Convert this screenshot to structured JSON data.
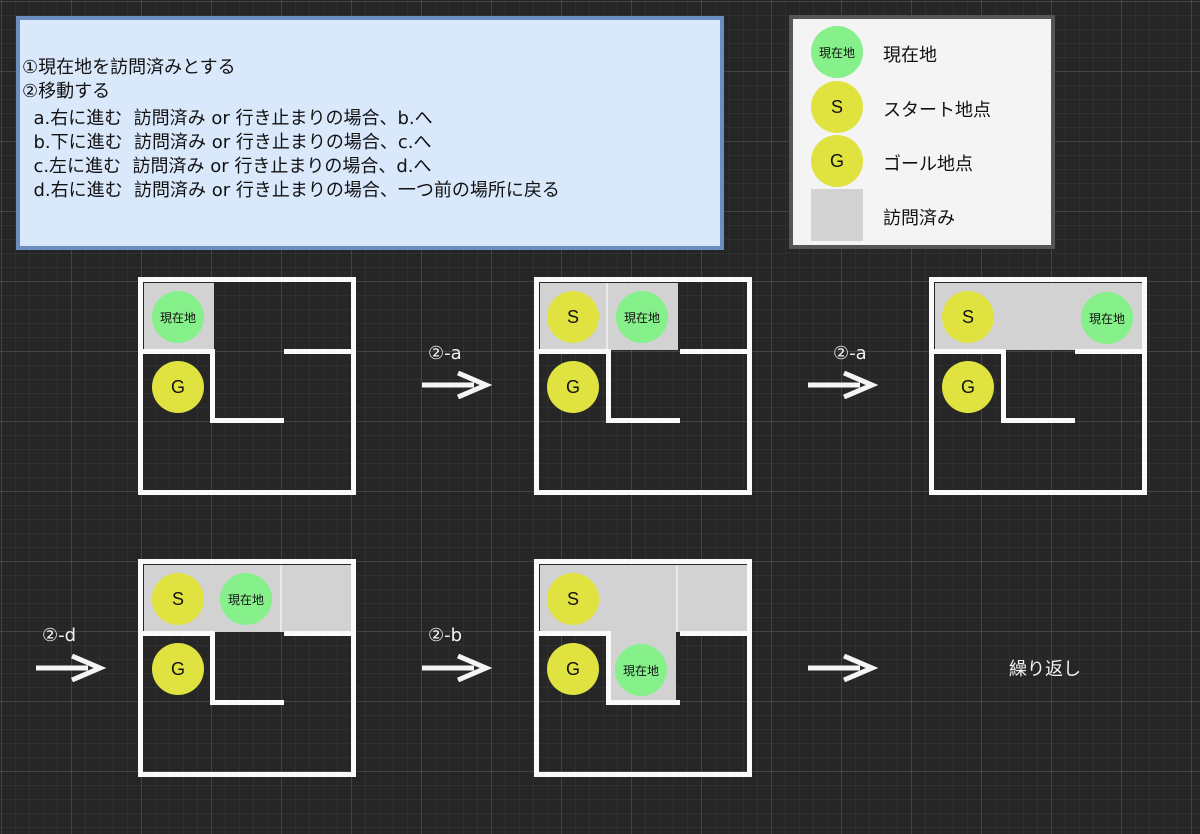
{
  "instructions": {
    "lines": [
      "①現在地を訪問済みとする",
      "②移動する",
      "  a.右に進む  訪問済み or 行き止まりの場合、b.へ",
      "  b.下に進む  訪問済み or 行き止まりの場合、c.へ",
      "  c.左に進む  訪問済み or 行き止まりの場合、d.へ",
      "  d.右に進む  訪問済み or 行き止まりの場合、一つ前の場所に戻る"
    ]
  },
  "legend": {
    "current_label": "現在地",
    "current_text": "現在地",
    "start_label": "スタート地点",
    "start_text": "S",
    "goal_label": "ゴール地点",
    "goal_text": "G",
    "visited_label": "訪問済み"
  },
  "arrows": {
    "a1": "②-a",
    "a2": "②-a",
    "d": "②-d",
    "b": "②-b",
    "end": ""
  },
  "repeat_label": "繰り返し",
  "colors": {
    "background": "#262626",
    "current": "#86f08a",
    "start_goal": "#e0e33f",
    "visited": "#d2d2d2",
    "wall": "#fafafa",
    "instruction_fill": "#dae8fc",
    "instruction_border": "#6c8ebf"
  },
  "markers": {
    "current": "現在地",
    "start": "S",
    "goal": "G"
  }
}
